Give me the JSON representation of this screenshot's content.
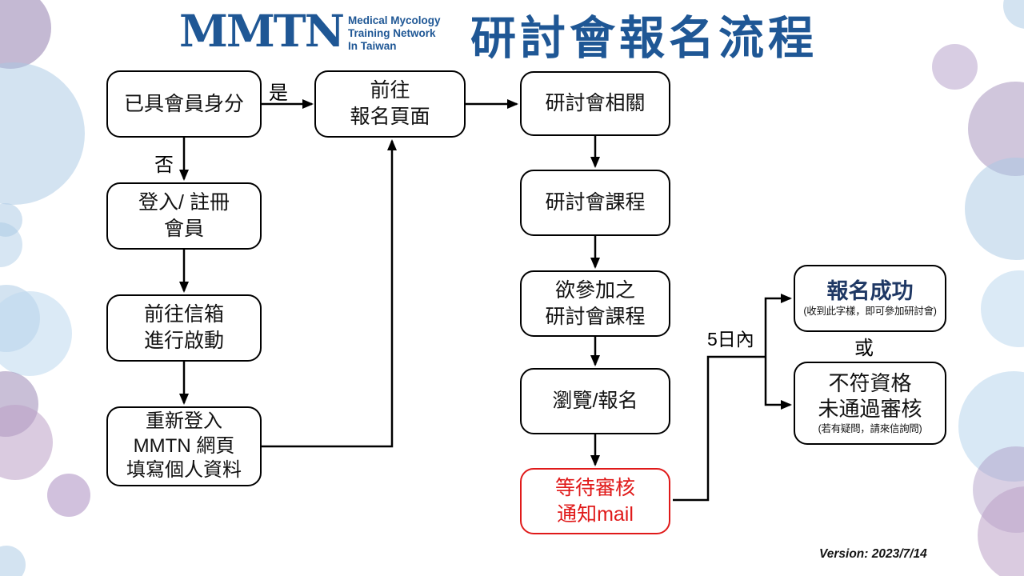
{
  "header": {
    "logo": "MMTN",
    "logo_tagline": "Medical Mycology\nTraining Network\nIn Taiwan",
    "title": "研討會報名流程"
  },
  "flow": {
    "nodes": {
      "member": {
        "label": "已具會員身分"
      },
      "goto_registration": {
        "label": "前往\n報名頁面"
      },
      "login_register": {
        "label": "登入/ 註冊\n會員"
      },
      "activate_mailbox": {
        "label": "前往信箱\n進行啟動"
      },
      "relogin": {
        "label": "重新登入\nMMTN 網頁\n填寫個人資料"
      },
      "seminar_related": {
        "label": "研討會相關"
      },
      "seminar_courses": {
        "label": "研討會課程"
      },
      "desired_course": {
        "label": "欲參加之\n研討會課程"
      },
      "browse_register": {
        "label": "瀏覽/報名"
      },
      "wait_review": {
        "label": "等待審核\n通知mail"
      },
      "success": {
        "title": "報名成功",
        "note": "(收到此字樣，即可參加研討會)"
      },
      "rejected": {
        "title": "不符資格\n未通過審核",
        "note": "(若有疑問，請來信詢問)"
      }
    },
    "labels": {
      "yes": "是",
      "no": "否",
      "within_5_days": "5日內",
      "or": "或"
    },
    "colors": {
      "brand_blue": "#1f5795",
      "success_navy": "#1f3864",
      "alert_red": "#e01a1a",
      "line_black": "#000000"
    }
  },
  "footer": {
    "version": "Version: 2023/7/14"
  }
}
